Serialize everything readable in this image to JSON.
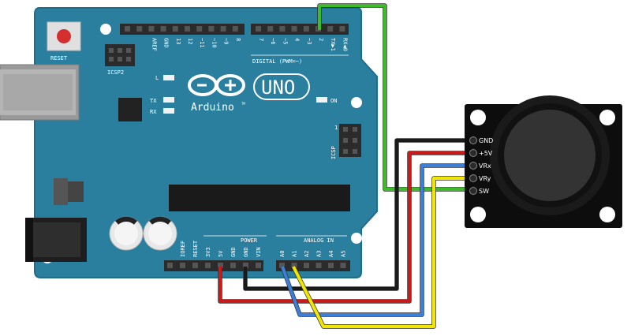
{
  "board": {
    "reset_label": "RESET",
    "icsp2_label": "ICSP2",
    "icsp_label": "ICSP",
    "icsp_pin1": "1",
    "brand": "Arduino",
    "trademark": "TM",
    "model": "UNO",
    "led_l": "L",
    "led_tx": "TX",
    "led_rx": "RX",
    "on_label": "ON",
    "digital_label": "DIGITAL (PWM=~)",
    "power_label": "POWER",
    "analog_label": "ANALOG IN",
    "digital_pins": [
      "AREF",
      "GND",
      "13",
      "12",
      "~11",
      "~10",
      "~9",
      "8",
      "7",
      "~6",
      "~5",
      "4",
      "~3",
      "2",
      "TX▶1",
      "RX◀0"
    ],
    "power_pins": [
      "IOREF",
      "RESET",
      "3V3",
      "5V",
      "GND",
      "GND",
      "VIN"
    ],
    "analog_pins": [
      "A0",
      "A1",
      "A2",
      "A3",
      "A4",
      "A5"
    ],
    "colors": {
      "pcb": "#2a7f9e",
      "pcb_edge": "#1f6d8a",
      "header": "#2b2b2b",
      "silk": "#ffffff"
    }
  },
  "joystick": {
    "pins": [
      "GND",
      "+5V",
      "VRx",
      "VRy",
      "SW"
    ],
    "colors": {
      "pcb": "#0d0d0d",
      "knob": "#333333",
      "knob_ring": "#1a1a1a",
      "hole": "#ffffff"
    }
  },
  "wires": [
    {
      "name": "GND",
      "from": "GND",
      "to": "GND",
      "color": "#1a1a1a"
    },
    {
      "name": "+5V",
      "from": "5V",
      "to": "+5V",
      "color": "#cc1a1a"
    },
    {
      "name": "VRx",
      "from": "A0",
      "to": "VRx",
      "color": "#3b7fd9"
    },
    {
      "name": "VRy",
      "from": "A1",
      "to": "VRy",
      "color": "#f2e600"
    },
    {
      "name": "SW",
      "from": "2",
      "to": "SW",
      "color": "#3dbb2a"
    }
  ]
}
